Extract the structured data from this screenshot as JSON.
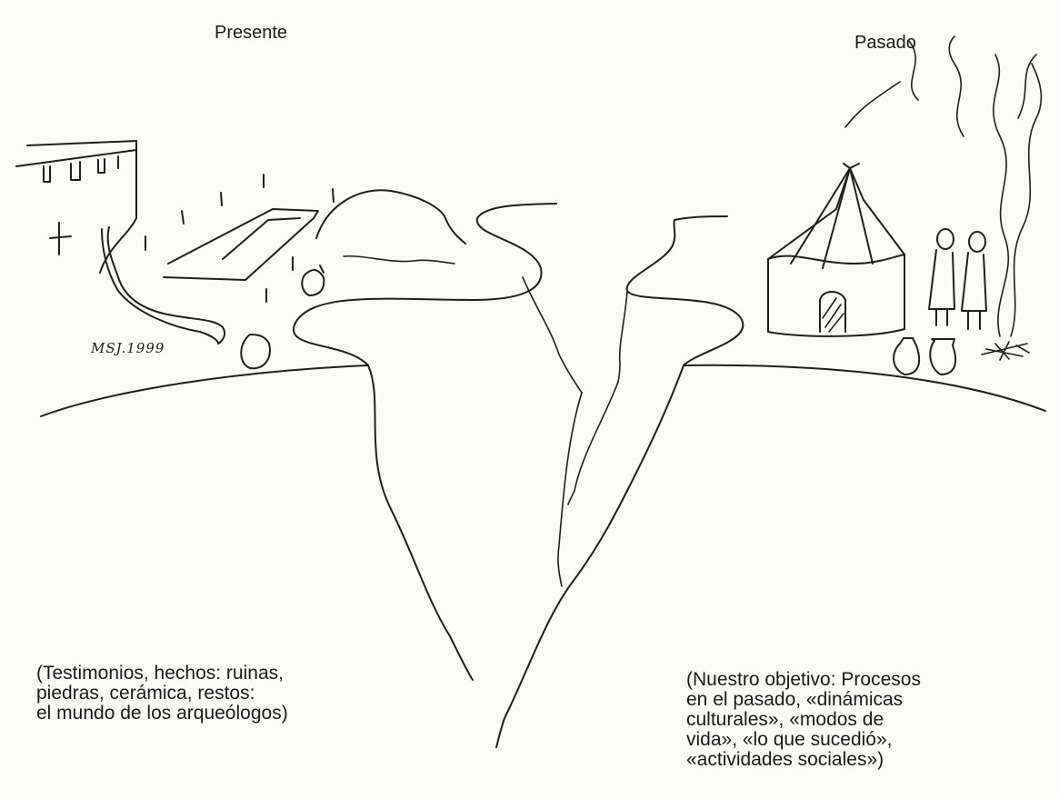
{
  "labels": {
    "present": "Presente",
    "past": "Pasado"
  },
  "signature": "MSJ.1999",
  "captions": {
    "present": [
      "(Testimonios, hechos: ruinas,",
      "piedras, cerámica, restos:",
      "el mundo de los arqueólogos)"
    ],
    "past": [
      "(Nuestro objetivo: Procesos",
      "en el pasado, «dinámicas",
      "culturales», «modos de",
      "vida», «lo que sucedió»,",
      "«actividades sociales»)"
    ]
  }
}
